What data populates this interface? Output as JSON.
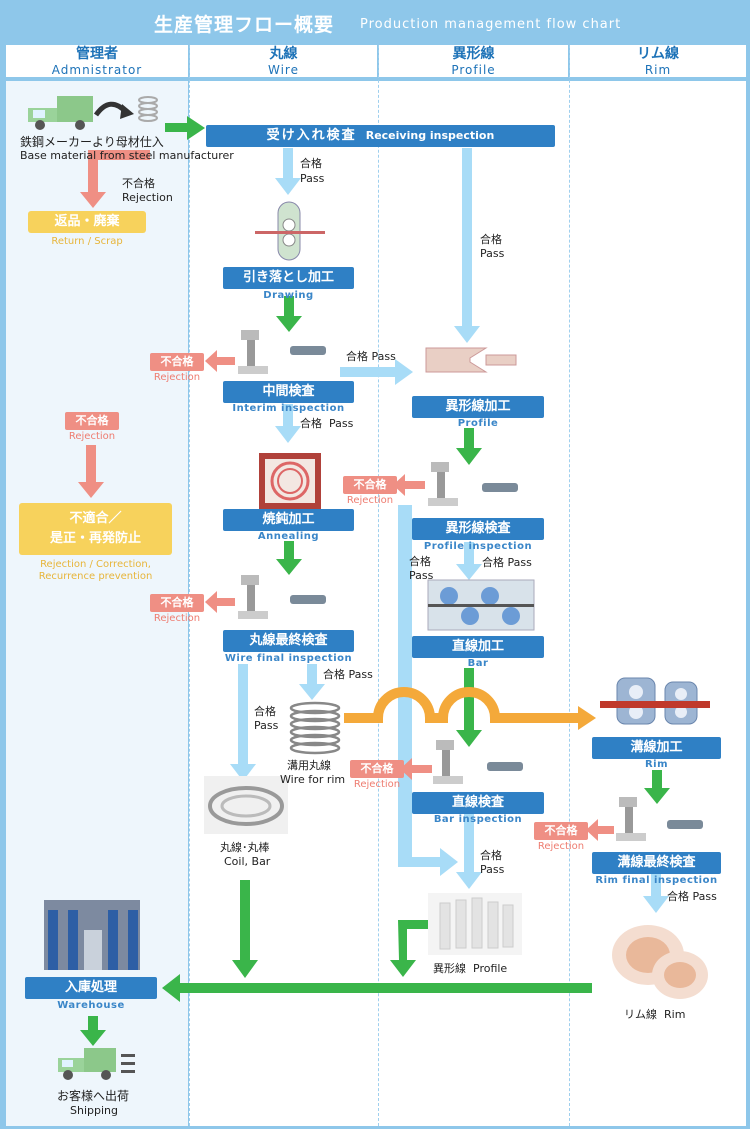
{
  "header": {
    "title": "生産管理フロー概要",
    "title_en": "Production management flow chart"
  },
  "columns": [
    {
      "jp": "管理者",
      "en": "Admnistrator"
    },
    {
      "jp": "丸線",
      "en": "Wire"
    },
    {
      "jp": "異形線",
      "en": "Profile"
    },
    {
      "jp": "リム線",
      "en": "Rim"
    }
  ],
  "admin": {
    "supply_jp": "鉄鋼メーカーより母材仕入",
    "supply_en": "Base material from steel manufacturer",
    "rej_jp": "不合格",
    "rej_en": "Rejection",
    "return_jp": "返品・廃棄",
    "return_en": "Return / Scrap",
    "rej2_jp": "不合格",
    "rej2_en": "Rejection",
    "nonconf_l1": "不適合／",
    "nonconf_l2": "是正・再発防止",
    "nonconf_en1": "Rejection / Correction,",
    "nonconf_en2": "Recurrence prevention",
    "warehouse_jp": "入庫処理",
    "warehouse_en": "Warehouse",
    "ship_jp": "お客様へ出荷",
    "ship_en": "Shipping"
  },
  "receiving": {
    "jp": "受け入れ検査",
    "en": "Receiving inspection"
  },
  "wire": {
    "pass1_jp": "合格",
    "pass1_en": "Pass",
    "drawing_jp": "引き落とし加工",
    "drawing_en": "Drawing",
    "interim_jp": "中間検査",
    "interim_en": "Interim inspection",
    "rej1_jp": "不合格",
    "rej1_en": "Rejection",
    "pass_side": "合格 Pass",
    "pass2_jp": "合格",
    "pass2_en": "Pass",
    "anneal_jp": "焼鈍加工",
    "anneal_en": "Annealing",
    "rej2_jp": "不合格",
    "rej2_en": "Rejection",
    "final_jp": "丸線最終検査",
    "final_en": "Wire final inspection",
    "pass3_jp": "合格",
    "pass3_en": "Pass",
    "pass4_jp": "合格",
    "pass4_en": "Pass",
    "rimwire_jp": "溝用丸線",
    "rimwire_en": "Wire for rim",
    "coil_jp": "丸線･丸棒",
    "coil_en": "Coil, Bar"
  },
  "profile": {
    "pass0_jp": "合格",
    "pass0_en": "Pass",
    "proc_jp": "異形線加工",
    "proc_en": "Profile",
    "rej1_jp": "不合格",
    "rej1_en": "Rejection",
    "insp_jp": "異形線検査",
    "insp_en": "Profile inspection",
    "passL_jp": "合格",
    "passL_en": "Pass",
    "passR_jp": "合格",
    "passR_en": "Pass",
    "bar_jp": "直線加工",
    "bar_en": "Bar",
    "rej2_jp": "不合格",
    "rej2_en": "Rejection",
    "barinsp_jp": "直線検査",
    "barinsp_en": "Bar inspection",
    "pass3_jp": "合格",
    "pass3_en": "Pass",
    "product_jp": "異形線",
    "product_en": "Profile"
  },
  "rim": {
    "proc_jp": "溝線加工",
    "proc_en": "Rim",
    "rej_jp": "不合格",
    "rej_en": "Rejection",
    "final_jp": "溝線最終検査",
    "final_en": "Rim final inspection",
    "pass_jp": "合格",
    "pass_en": "Pass",
    "product_jp": "リム線",
    "product_en": "Rim"
  },
  "colors": {
    "blue_box": "#2f80c5",
    "green_arrow": "#3ab54a",
    "light_blue_arrow": "#a8dcf7",
    "red": "#ef8f84",
    "orange": "#f4a93a",
    "yellow": "#f7d25c"
  }
}
